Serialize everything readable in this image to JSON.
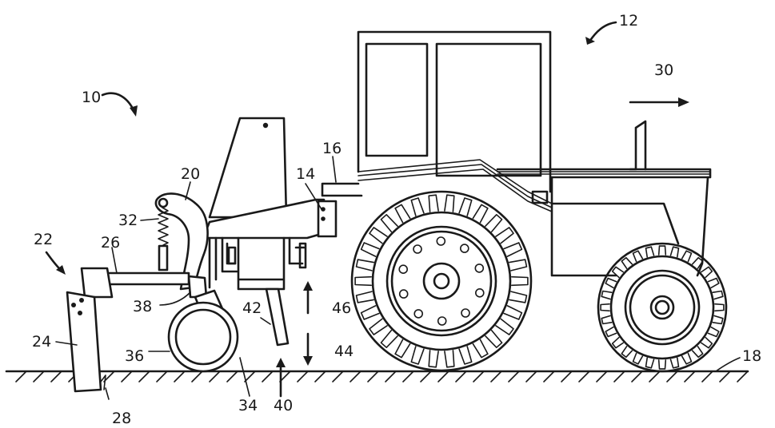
{
  "colors": {
    "ink": "#1a1a1a",
    "background": "#ffffff"
  },
  "labels": {
    "n10": "10",
    "n12": "12",
    "n14": "14",
    "n16": "16",
    "n18": "18",
    "n20": "20",
    "n22": "22",
    "n24": "24",
    "n26": "26",
    "n28": "28",
    "n30": "30",
    "n32": "32",
    "n34": "34",
    "n36": "36",
    "n38": "38",
    "n40": "40",
    "n42": "42",
    "n44": "44",
    "n46": "46"
  }
}
